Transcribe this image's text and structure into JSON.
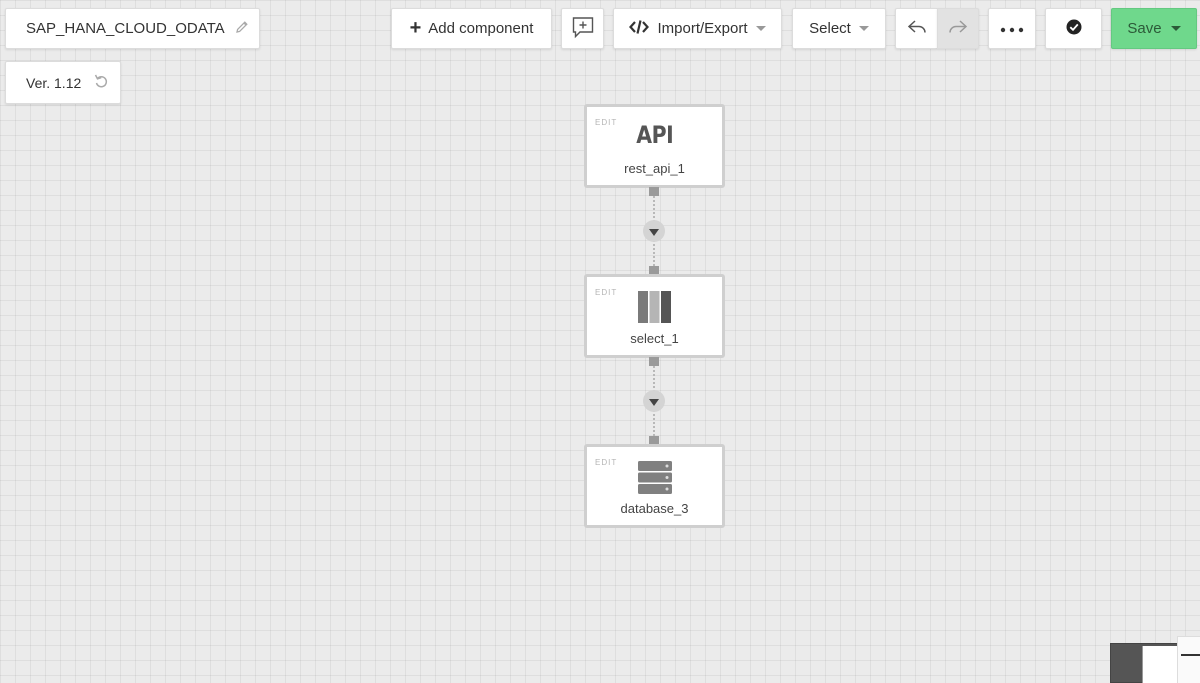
{
  "toolbar": {
    "project_name": "SAP_HANA_CLOUD_ODATA",
    "version": "Ver. 1.12",
    "add_component": "Add component",
    "import_export": "Import/Export",
    "select": "Select",
    "save": "Save"
  },
  "flow": {
    "nodes": [
      {
        "edit": "EDIT",
        "icon_text": "API",
        "icon": "api-icon",
        "label": "rest_api_1"
      },
      {
        "edit": "EDIT",
        "icon": "select-columns-icon",
        "label": "select_1"
      },
      {
        "edit": "EDIT",
        "icon": "database-icon",
        "label": "database_3"
      }
    ]
  },
  "colors": {
    "save": "#6fd88c",
    "canvas": "#ebebeb",
    "node_border": "#cfcfcf"
  }
}
